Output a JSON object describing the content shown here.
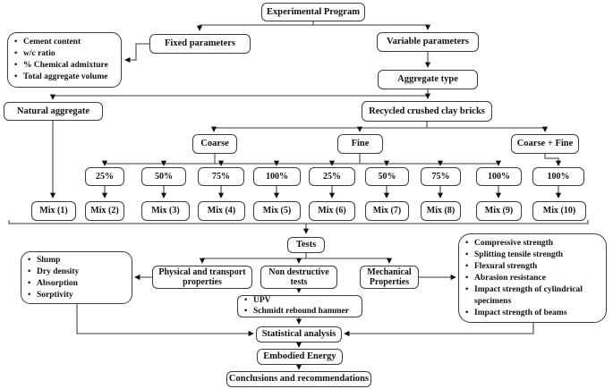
{
  "nodes": {
    "experimental_program": "Experimental Program",
    "fixed_parameters": "Fixed parameters",
    "variable_parameters": "Variable parameters",
    "aggregate_type": "Aggregate type",
    "natural_aggregate": "Natural aggregate",
    "recycled_bricks": "Recycled crushed clay bricks",
    "coarse": "Coarse",
    "fine": "Fine",
    "coarse_fine": "Coarse + Fine",
    "tests": "Tests",
    "physical_transport": "Physical and transport properties",
    "non_destructive": "Non destructive tests",
    "mechanical": "Mechanical Properties",
    "statistical": "Statistical analysis",
    "embodied": "Embodied Energy",
    "conclusions": "Conclusions and recommendations"
  },
  "percents": [
    "25%",
    "50%",
    "75%",
    "100%",
    "25%",
    "50%",
    "75%",
    "100%",
    "100%"
  ],
  "mixes": [
    "Mix (1)",
    "Mix (2)",
    "Mix (3)",
    "Mix (4)",
    "Mix (5)",
    "Mix (6)",
    "Mix (7)",
    "Mix (8)",
    "Mix (9)",
    "Mix (10)"
  ],
  "lists": {
    "fixed_parameters": [
      "Cement content",
      "w/c ratio",
      "% Chemical admixture",
      "Total aggregate volume"
    ],
    "physical_transport": [
      "Slump",
      "Dry density",
      "Absorption",
      "Sorptivity"
    ],
    "non_destructive": [
      "UPV",
      "Schmidt rebound hammer"
    ],
    "mechanical": [
      "Compressive strength",
      "Splitting tensile strength",
      "Flexural strength",
      "Abrasion resistance",
      "Impact strength of cylindrical specimens",
      "Impact strength of beams"
    ]
  },
  "colors": {
    "box_border": "#3d3d3d",
    "connector": "#606060",
    "arrowhead": "#111111",
    "background": "#ffffff",
    "text": "#111111"
  }
}
